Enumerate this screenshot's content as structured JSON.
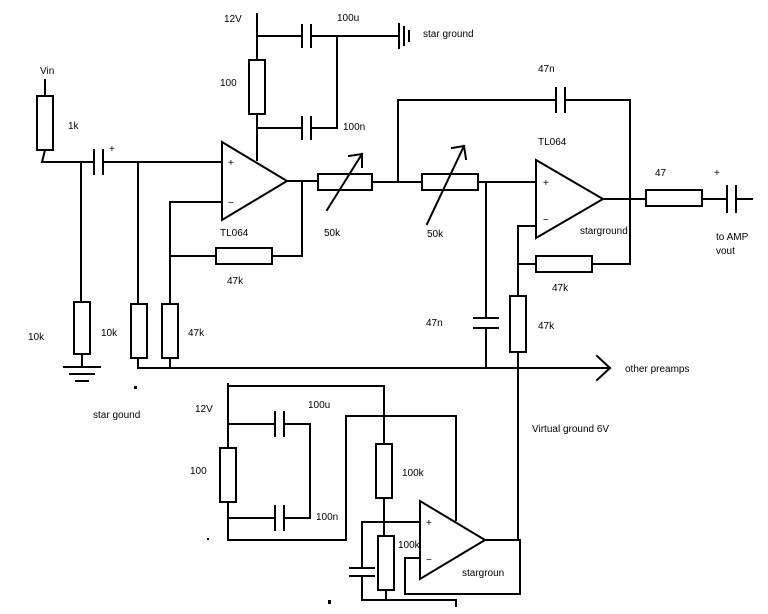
{
  "labels": {
    "vin": "Vin",
    "r_in": "1k",
    "cap_plus_in": "+",
    "v12_top": "12V",
    "cap_100u_top": "100u",
    "star_ground_top": "star ground",
    "r100_top": "100",
    "cap_100n_top": "100n",
    "cap_47n_top": "47n",
    "opamp1": "TL064",
    "opamp2": "TL064",
    "pot1": "50k",
    "pot2": "50k",
    "r_47_out": "47",
    "cap_plus_out": "+",
    "to_amp": "to AMP",
    "vout": "vout",
    "r_47k_fb1": "47k",
    "r_47k_fb2": "47k",
    "stargound_op2": "starground",
    "r10k_a": "10k",
    "r10k_b": "10k",
    "r47k_left": "47k",
    "cap_47n_mid": "47n",
    "r47k_right": "47k",
    "other_preamps": "other preamps",
    "star_gound_bottom": "star gound",
    "virtual_ground": "Virtual ground 6V",
    "v12_bottom": "12V",
    "cap_100u_bottom": "100u",
    "r100_bottom": "100",
    "cap_100n_bottom": "100n",
    "r100k_a": "100k",
    "r100k_b": "100k",
    "stargroun_op3": "stargroun",
    "plus_sign": "+",
    "minus_sign": "−"
  }
}
